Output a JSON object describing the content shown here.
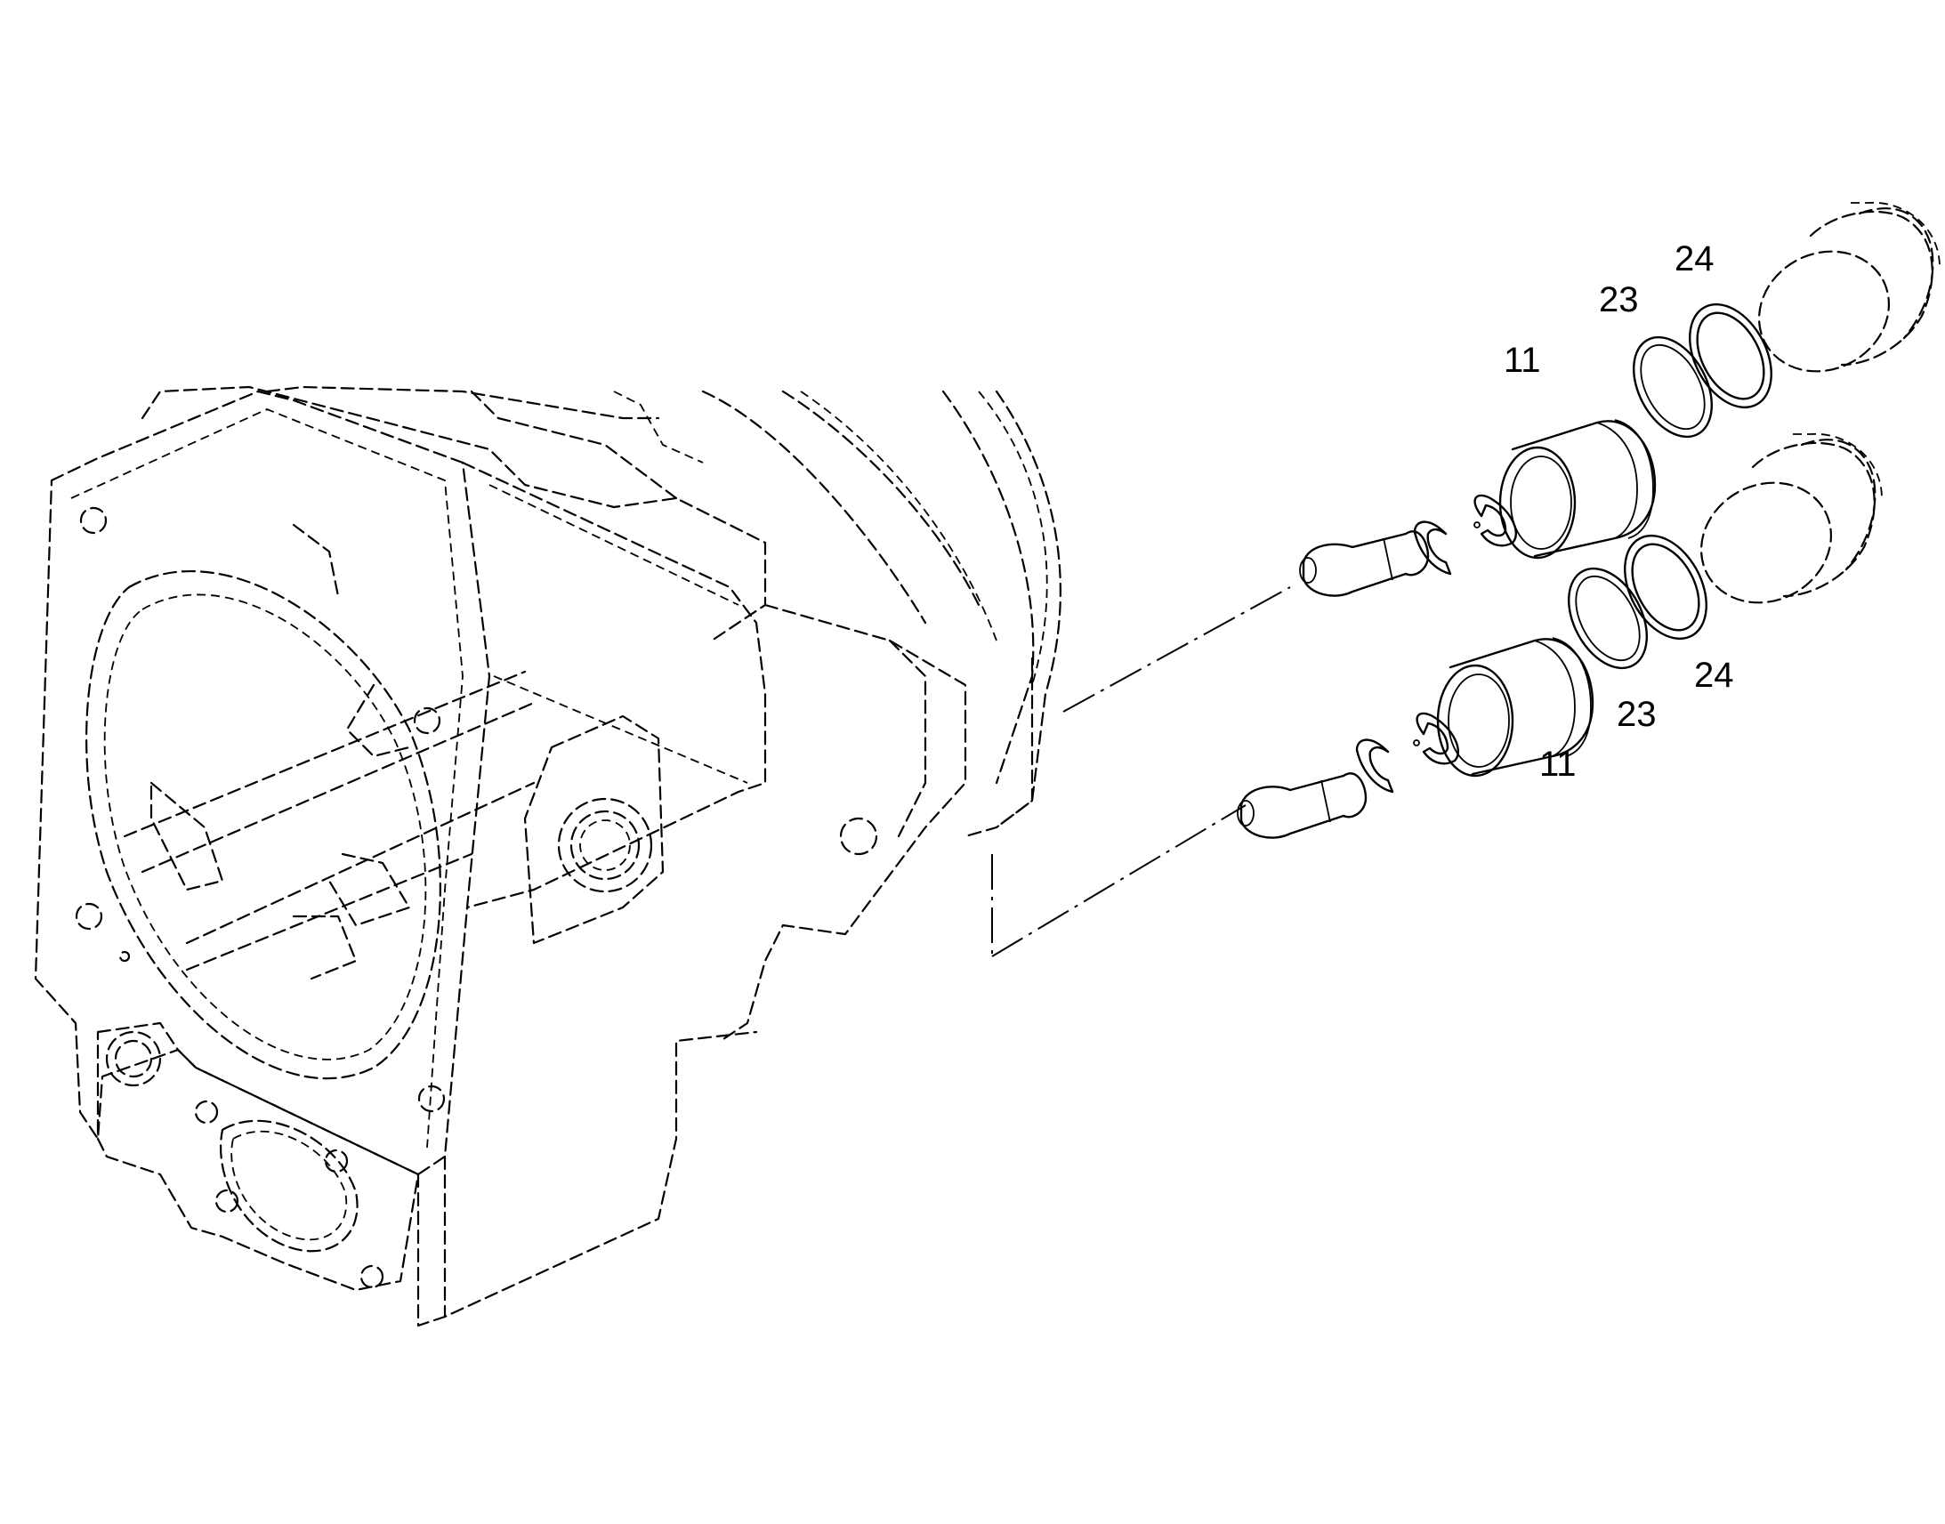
{
  "callouts": {
    "upper": {
      "plug": "24",
      "ring": "23",
      "sleeve": "11"
    },
    "lower": {
      "plug": "24",
      "ring": "23",
      "sleeve": "11"
    }
  }
}
